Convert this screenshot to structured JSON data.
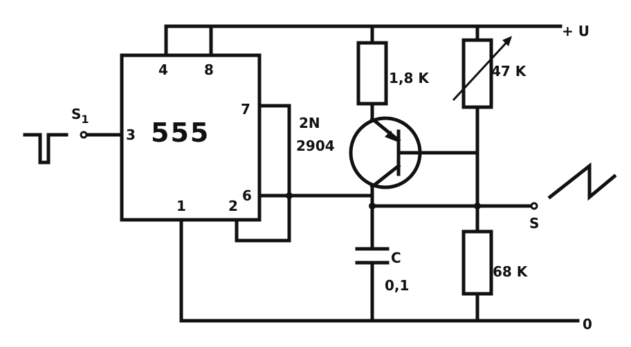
{
  "ic": {
    "name": "555",
    "pins": {
      "p4": "4",
      "p8": "8",
      "p7": "7",
      "p3": "3",
      "p6": "6",
      "p1": "1",
      "p2": "2"
    }
  },
  "input": {
    "label": "S",
    "subscript": "1"
  },
  "transistor": {
    "line1": "2N",
    "line2": "2904"
  },
  "resistors": {
    "r1": "1,8 K",
    "r_var": "47 K",
    "r3": "68 K"
  },
  "capacitor": {
    "name": "C",
    "value": "0,1"
  },
  "output": {
    "label": "S"
  },
  "rails": {
    "supply": "+ U",
    "ground": "0"
  }
}
